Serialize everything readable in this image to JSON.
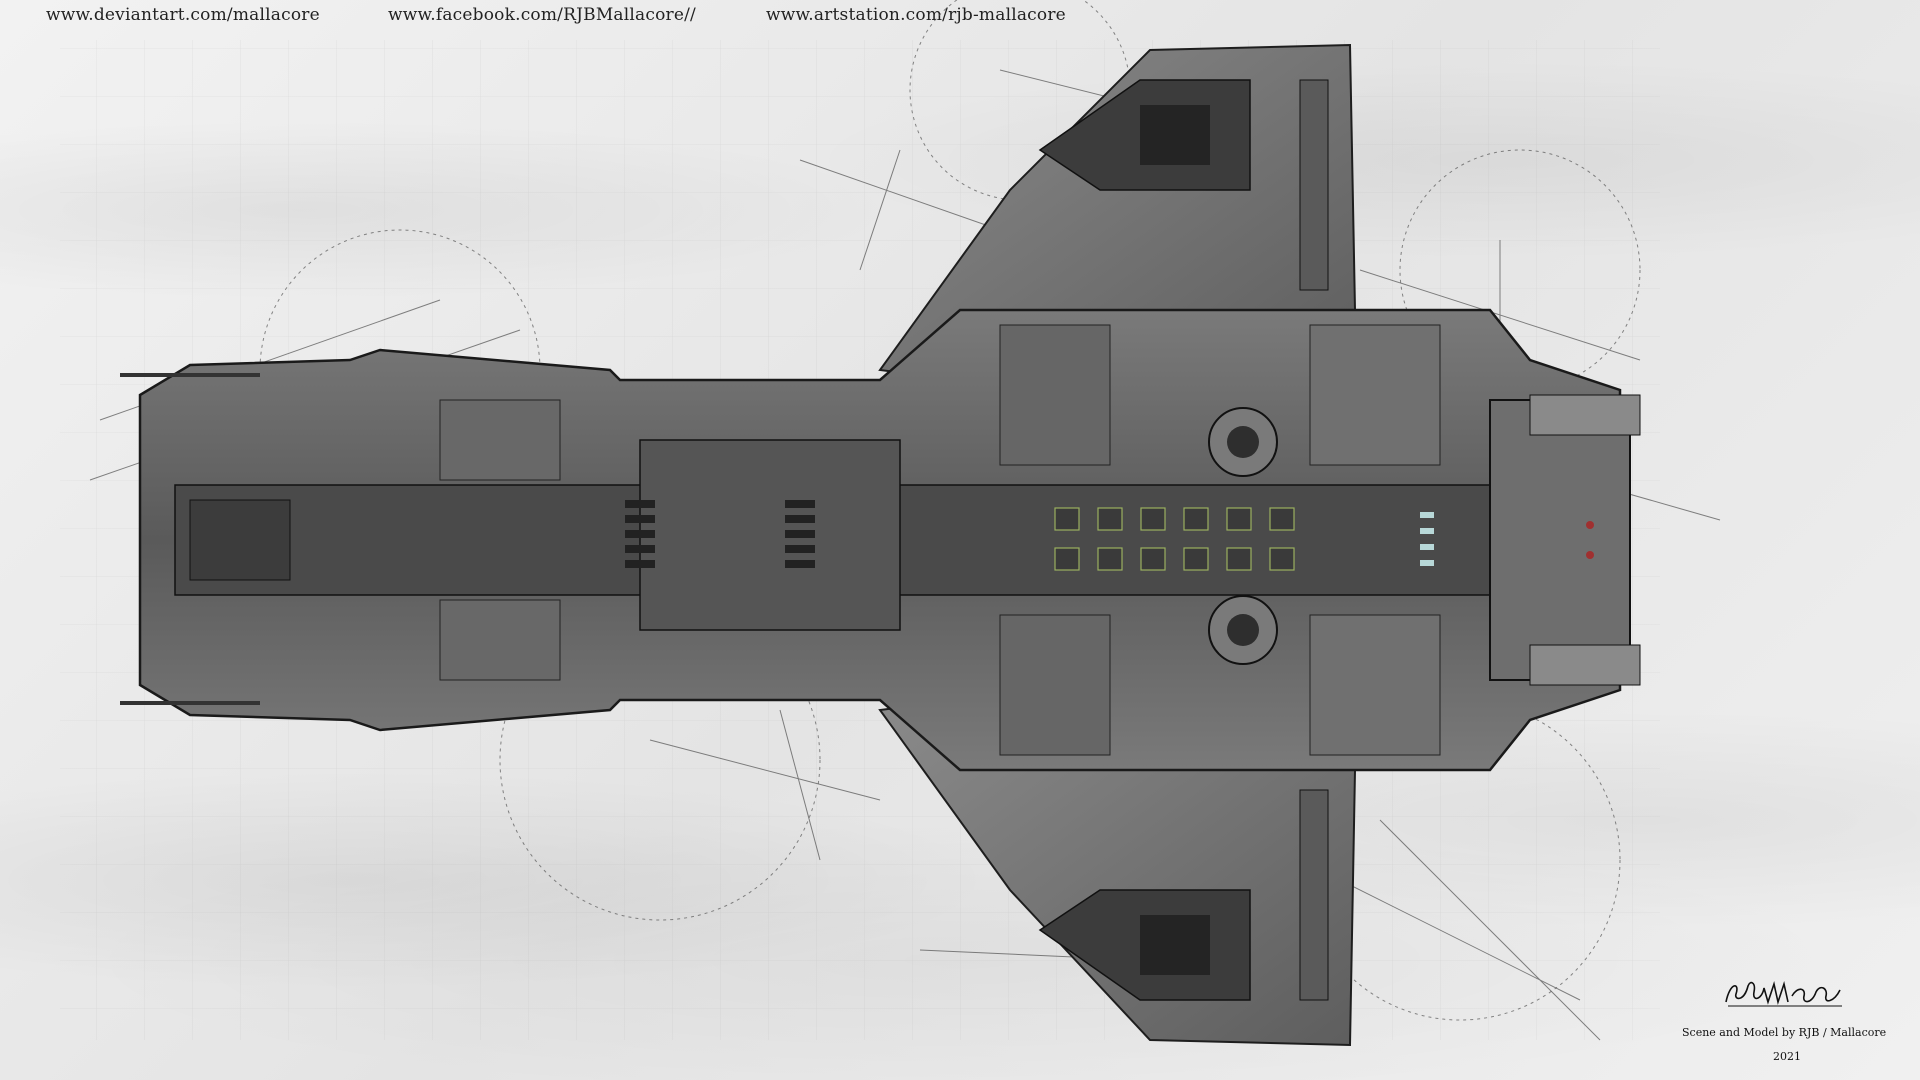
{
  "header": {
    "links": [
      "www.deviantart.com/mallacore",
      "www.facebook.com/RJBMallacore//",
      "www.artstation.com/rjb-mallacore"
    ]
  },
  "artwork": {
    "subject": "spaceship-blueprint-top-view",
    "colors": {
      "paper": "#ededed",
      "hull_dark": "#3a3a3a",
      "hull_mid": "#6e6e6e",
      "hull_light": "#a8a8a8",
      "accent_lights": "#9ab060"
    }
  },
  "footer": {
    "credit": "Scene and Model by RJB / Mallacore",
    "year": "2021"
  }
}
